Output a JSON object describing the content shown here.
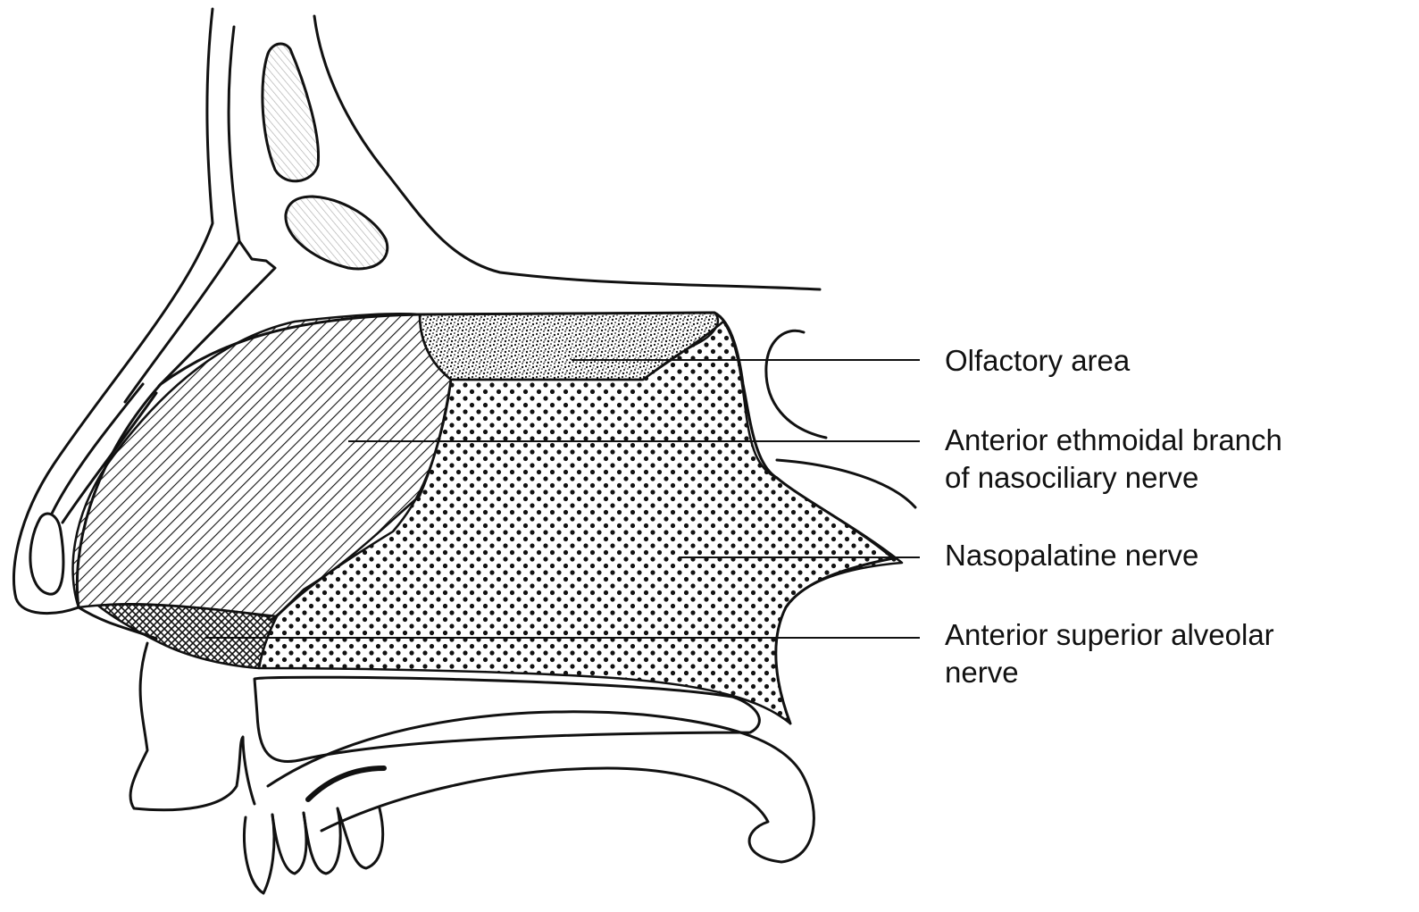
{
  "labels": {
    "olfactory_area": "Olfactory area",
    "anterior_ethmoidal": {
      "line1": "Anterior ethmoidal branch",
      "line2": "of nasociliary nerve"
    },
    "nasopalatine": "Nasopalatine nerve",
    "anterior_superior_alveolar": {
      "line1": "Anterior superior alveolar",
      "line2": "nerve"
    }
  },
  "colors": {
    "ink": "#111111",
    "background": "#ffffff"
  }
}
